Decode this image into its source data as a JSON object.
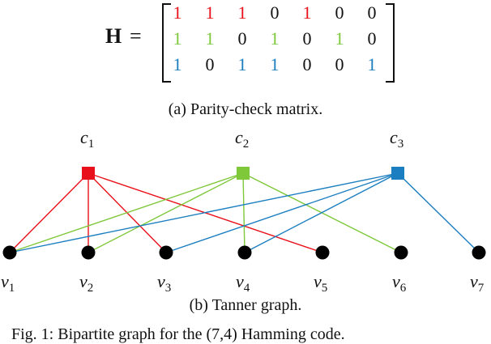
{
  "matrix": {
    "label": "H",
    "equals": "=",
    "rows": [
      {
        "color": "#e8101a",
        "values": [
          "1",
          "1",
          "1",
          "0",
          "1",
          "0",
          "0"
        ]
      },
      {
        "color": "#7ec83a",
        "values": [
          "1",
          "1",
          "0",
          "1",
          "0",
          "1",
          "0"
        ]
      },
      {
        "color": "#1a7ec0",
        "values": [
          "1",
          "0",
          "1",
          "1",
          "0",
          "0",
          "1"
        ]
      }
    ]
  },
  "caption_a": "(a) Parity-check matrix.",
  "caption_b": "(b) Tanner graph.",
  "caption_fig": "Fig. 1: Bipartite graph for the (7,4) Hamming code.",
  "graph": {
    "check_nodes": [
      {
        "name": "c",
        "sub": "1",
        "color": "#e8101a"
      },
      {
        "name": "c",
        "sub": "2",
        "color": "#7ec83a"
      },
      {
        "name": "c",
        "sub": "3",
        "color": "#1a7ec0"
      }
    ],
    "variable_nodes": [
      {
        "name": "v",
        "sub": "1"
      },
      {
        "name": "v",
        "sub": "2"
      },
      {
        "name": "v",
        "sub": "3"
      },
      {
        "name": "v",
        "sub": "4"
      },
      {
        "name": "v",
        "sub": "5"
      },
      {
        "name": "v",
        "sub": "6"
      },
      {
        "name": "v",
        "sub": "7"
      }
    ],
    "edges": [
      {
        "check": 0,
        "variable": 0
      },
      {
        "check": 0,
        "variable": 1
      },
      {
        "check": 0,
        "variable": 2
      },
      {
        "check": 0,
        "variable": 4
      },
      {
        "check": 1,
        "variable": 0
      },
      {
        "check": 1,
        "variable": 1
      },
      {
        "check": 1,
        "variable": 3
      },
      {
        "check": 1,
        "variable": 5
      },
      {
        "check": 2,
        "variable": 0
      },
      {
        "check": 2,
        "variable": 2
      },
      {
        "check": 2,
        "variable": 3
      },
      {
        "check": 2,
        "variable": 6
      }
    ]
  }
}
